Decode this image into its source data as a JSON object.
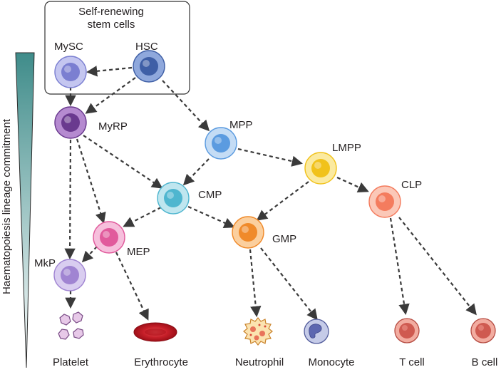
{
  "stem_box": {
    "title_line1": "Self-renewing",
    "title_line2": "stem cells"
  },
  "axis_label": "Haematopoiesis lineage commitment",
  "cells": {
    "hsc": {
      "label": "HSC",
      "color": "#3f5fa6",
      "light": "#8fa8dc"
    },
    "mysc": {
      "label": "MySC",
      "color": "#7b7fd1",
      "light": "#c4c6f0"
    },
    "myrp": {
      "label": "MyRP",
      "color": "#6a3a8f",
      "light": "#b58ad0"
    },
    "mpp": {
      "label": "MPP",
      "color": "#5b9be0",
      "light": "#c4dcf5"
    },
    "lmpp": {
      "label": "LMPP",
      "color": "#f1c21b",
      "light": "#fbeaa0"
    },
    "cmp": {
      "label": "CMP",
      "color": "#4fb6cf",
      "light": "#bfe6ef"
    },
    "clp": {
      "label": "CLP",
      "color": "#f47c5e",
      "light": "#fbc8b8"
    },
    "mep": {
      "label": "MEP",
      "color": "#e15a9c",
      "light": "#f6bfdc"
    },
    "gmp": {
      "label": "GMP",
      "color": "#f08a2a",
      "light": "#fbcf9e"
    },
    "mkp": {
      "label": "MkP",
      "color": "#a084d2",
      "light": "#d9cdf0"
    }
  },
  "mature": {
    "platelet": "Platelet",
    "erythrocyte": "Erythrocyte",
    "neutrophil": "Neutrophil",
    "monocyte": "Monocyte",
    "tcell": "T cell",
    "bcell": "B cell"
  }
}
